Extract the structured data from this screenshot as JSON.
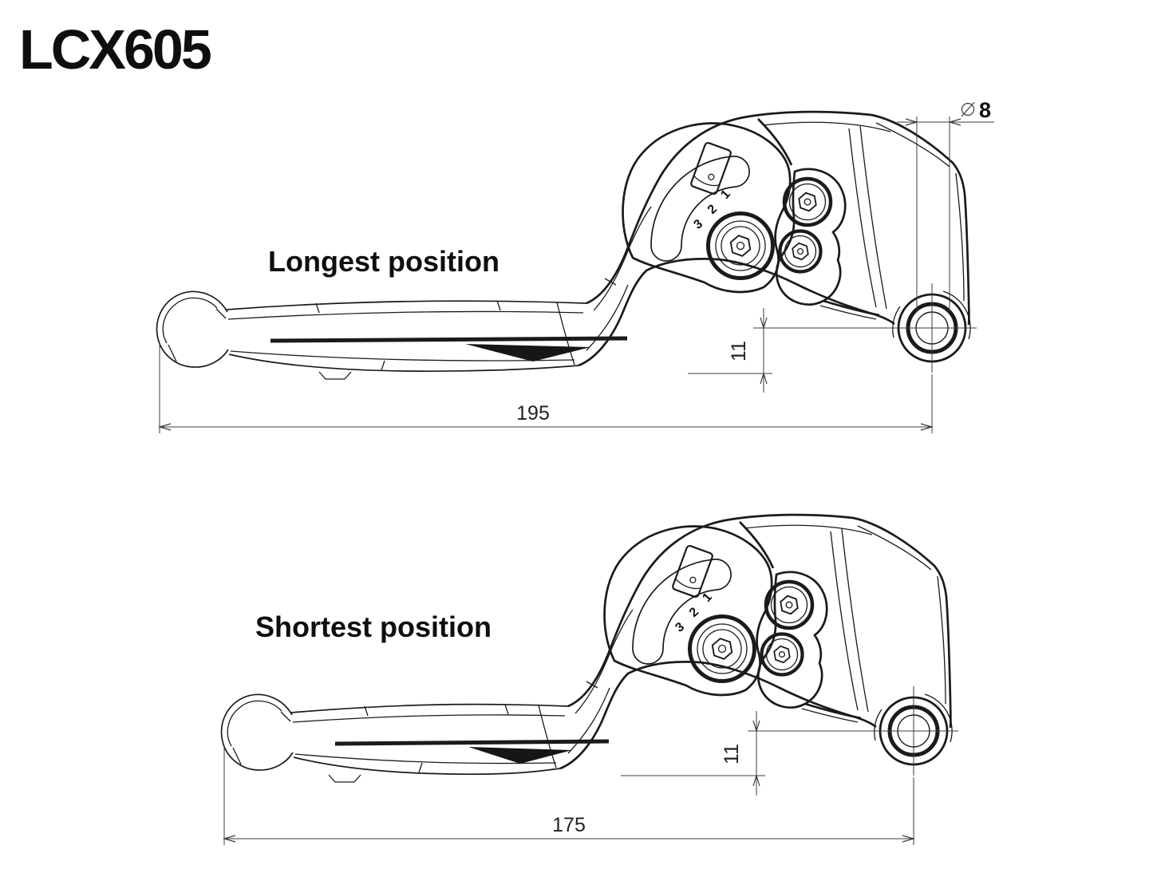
{
  "title": "LCX605",
  "views": {
    "top": {
      "label": "Longest position",
      "overall_length": "195",
      "pivot_offset": "11",
      "pivot_hole_value": "8",
      "pivot_hole_diameter": "⌀8"
    },
    "bottom": {
      "label": "Shortest position",
      "overall_length": "175",
      "pivot_offset": "11"
    }
  },
  "dial_marks": [
    "3",
    "2",
    "1"
  ],
  "colors": {
    "drawing_line": "#1b1b1b",
    "dimension_line": "#3c3c3c",
    "background": "#ffffff"
  }
}
